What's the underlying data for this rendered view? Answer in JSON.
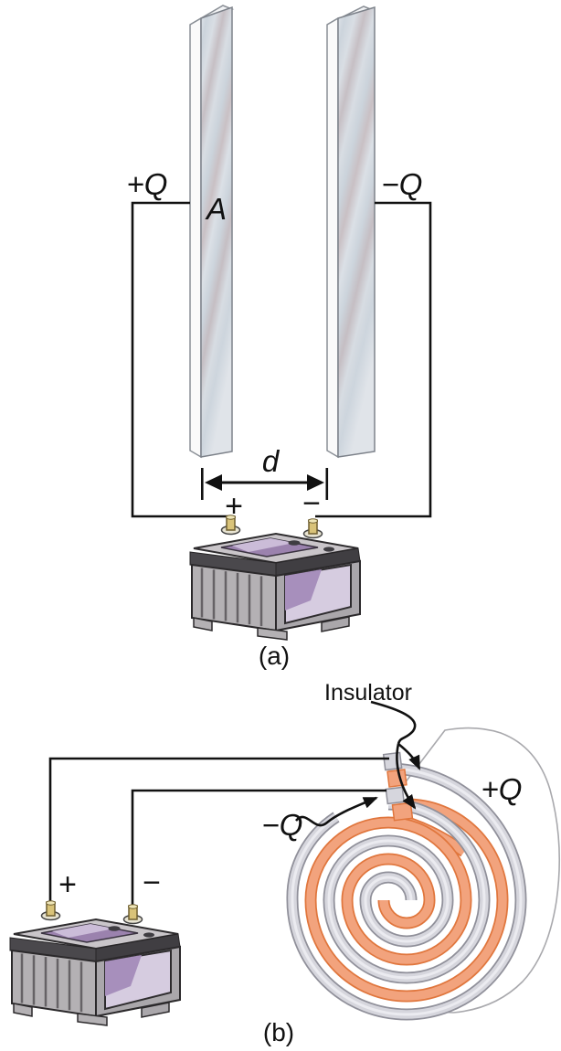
{
  "panel_a": {
    "caption": "(a)",
    "left_plate_charge": "+Q",
    "right_plate_charge": "−Q",
    "plate_area_label": "A",
    "plate_separation_label": "d",
    "battery_positive": "+",
    "battery_negative": "−"
  },
  "panel_b": {
    "caption": "(b)",
    "insulator_label": "Insulator",
    "outer_foil_charge": "+Q",
    "inner_foil_charge": "−Q",
    "battery_positive": "+",
    "battery_negative": "−"
  },
  "colors": {
    "wire": "#111111",
    "plate_face": "#cdd5dd",
    "foil_gray": "#d6d6dd",
    "foil_gray_edge": "#90909a",
    "foil_orange": "#f2a37d",
    "foil_orange_edge": "#e0763d",
    "battery_body": "#b4b1b4",
    "battery_rim": "#454347",
    "battery_window_purple": "#9b82ae",
    "terminal_gold": "#d9c379"
  }
}
